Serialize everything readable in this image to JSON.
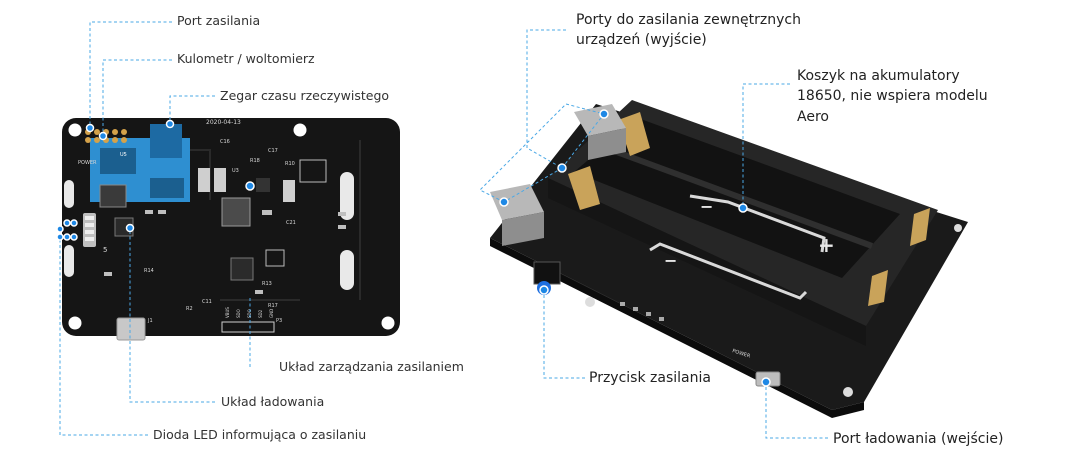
{
  "left_board": {
    "silk": {
      "date": "2020-04-13",
      "power": "POWER",
      "c16": "C16",
      "c17": "C17",
      "r18": "R18",
      "r10": "R10",
      "c21": "C21",
      "r14": "R14",
      "r13": "R13",
      "r17": "R17",
      "c11": "C11",
      "r2": "R2",
      "u3": "U3",
      "u5": "U5",
      "j1": "J1",
      "p3": "P3",
      "five": "5",
      "vbus": "VBUS",
      "sdo": "SDO",
      "sdo2": "SDO",
      "sd2": "SD2",
      "gnd": "GND"
    },
    "labels": {
      "power_port": "Port zasilania",
      "coulomb_meter": "Kulometr / woltomierz",
      "rtc": "Zegar czasu rzeczywistego",
      "power_mgmt": "Układ zarządzania zasilaniem",
      "charging": "Układ ładowania",
      "power_led": "Dioda LED informująca o zasilaniu"
    }
  },
  "right_board": {
    "silk": {
      "power": "POWER",
      "minus": "−",
      "plus": "+"
    },
    "labels": {
      "output_ports_line1": "Porty do zasilania zewnętrznych",
      "output_ports_line2": "urządzeń (wyjście)",
      "holder_line1": "Koszyk na akumulatory",
      "holder_line2": "18650, nie wspiera modelu",
      "holder_line3": "Aero",
      "power_button": "Przycisk zasilania",
      "charge_port": "Port ładowania (wejście)"
    }
  }
}
